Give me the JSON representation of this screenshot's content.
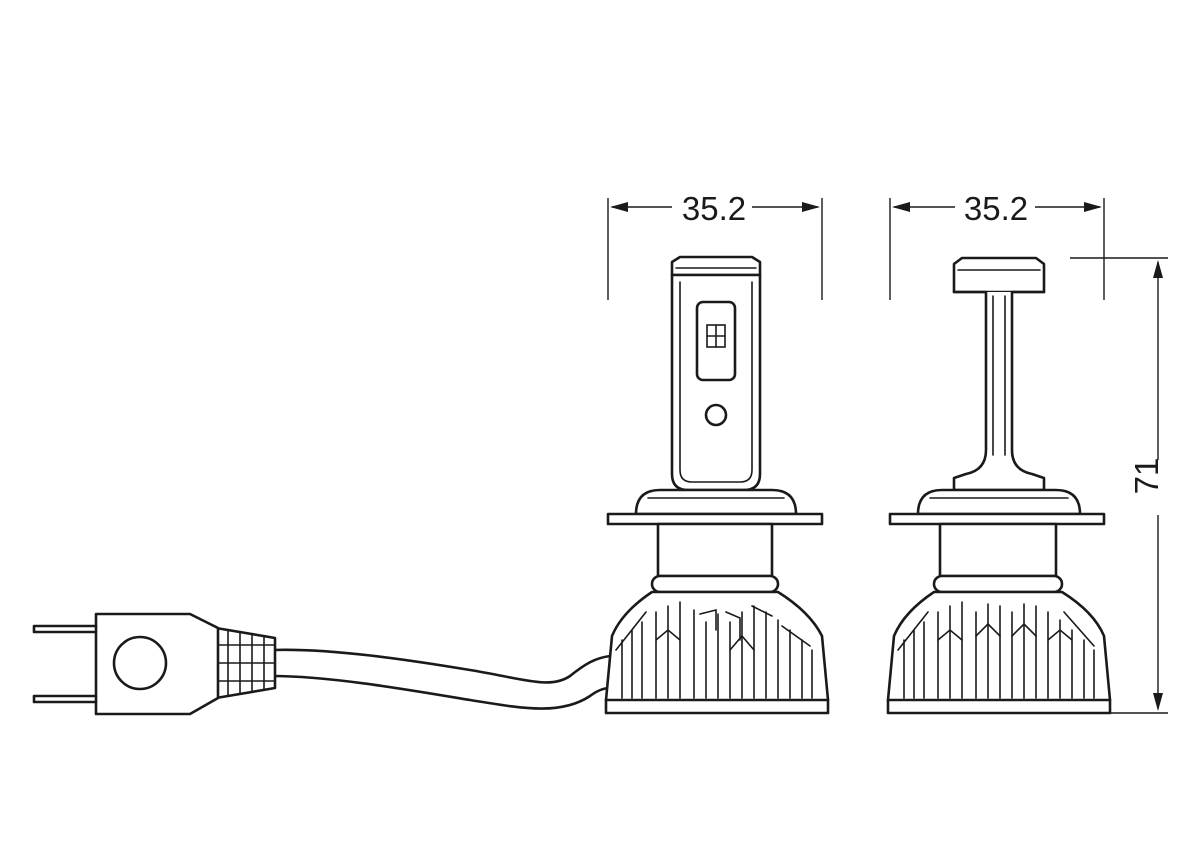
{
  "dimensions": {
    "front_width": {
      "value": "35.2"
    },
    "side_width": {
      "value": "35.2"
    },
    "overall_height": {
      "value": "71"
    }
  },
  "colors": {
    "line": "#1a1a1a",
    "background": "#ffffff"
  }
}
